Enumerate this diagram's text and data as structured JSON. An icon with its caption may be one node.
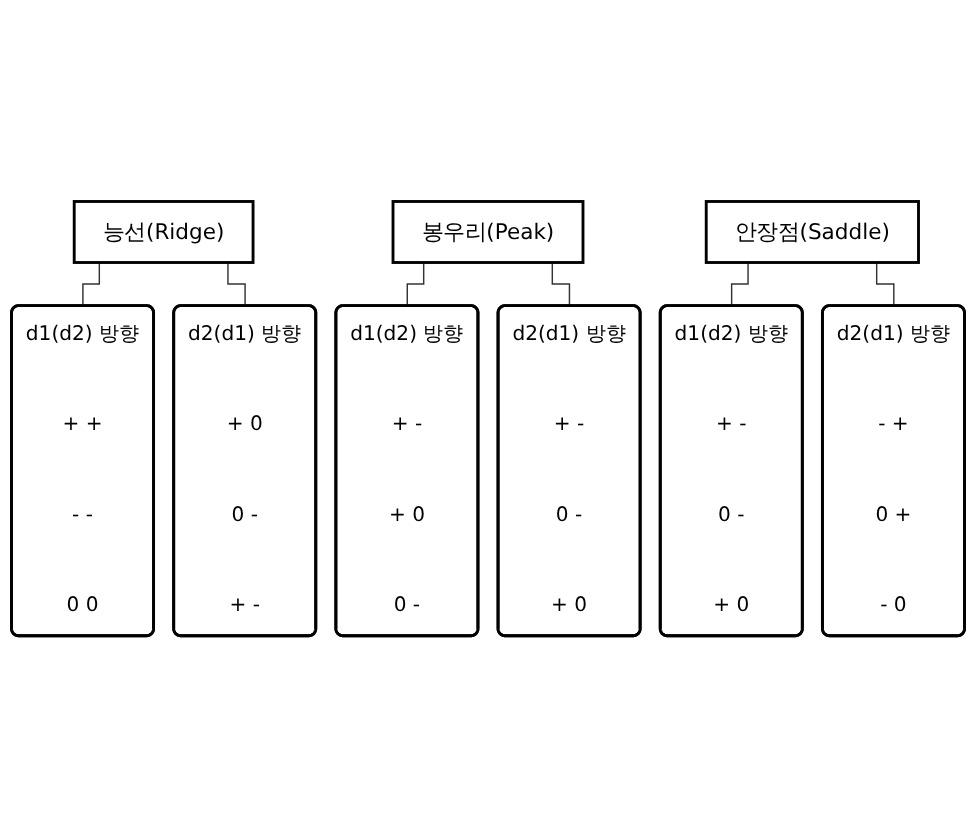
{
  "diagram": {
    "nodes": [
      {
        "text": [
          "능선(Ridge)"
        ]
      },
      {
        "text": [
          "d1(d2) 방향",
          "+ +",
          "- -",
          "0 0"
        ]
      },
      {
        "text": [
          "d2(d1) 방향",
          "+ 0",
          "0 -",
          "+ -"
        ]
      },
      {
        "text": [
          "봉우리(Peak)"
        ]
      },
      {
        "text": [
          "d1(d2) 방향",
          "+ -",
          "+ 0",
          "0 -"
        ]
      },
      {
        "text": [
          "d2(d1) 방향",
          "+ -",
          "0 -",
          "+ 0"
        ]
      },
      {
        "text": [
          "안장점(Saddle)"
        ]
      },
      {
        "text": [
          "d1(d2) 방향",
          "+ -",
          "0 -",
          "+ 0"
        ]
      },
      {
        "text": [
          "d2(d1) 방향",
          "- +",
          "0 +",
          "- 0"
        ]
      }
    ],
    "edges": [
      {
        "from": 0,
        "to": 1,
        "arrow": "none"
      },
      {
        "from": 0,
        "to": 2,
        "arrow": "none"
      },
      {
        "from": 3,
        "to": 4,
        "arrow": "none"
      },
      {
        "from": 3,
        "to": 5,
        "arrow": "none"
      },
      {
        "from": 6,
        "to": 7,
        "arrow": "none"
      },
      {
        "from": 6,
        "to": 8,
        "arrow": "none"
      }
    ]
  }
}
